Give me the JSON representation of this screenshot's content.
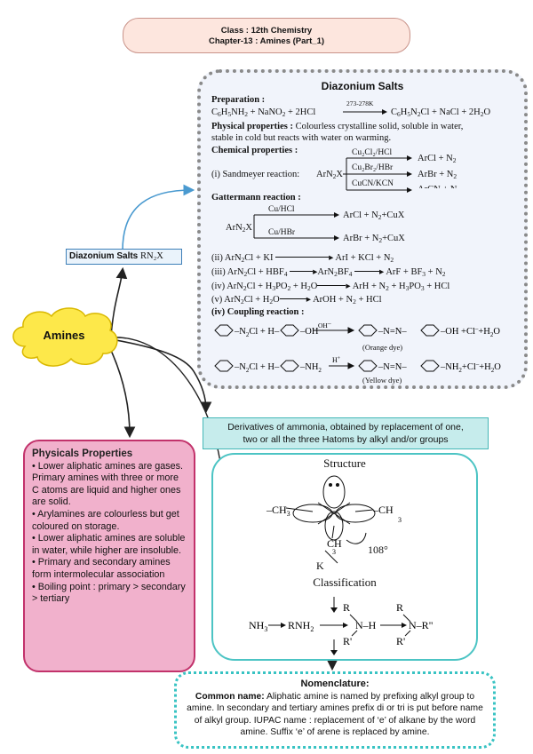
{
  "header": {
    "line1": "Class : 12th Chemistry",
    "line2": "Chapter-13 : Amines (Part_1)"
  },
  "center": {
    "label": "Amines"
  },
  "diazo_label": {
    "text": "Diazonium Salts",
    "formula": "RN₂X"
  },
  "diazonium": {
    "title": "Diazonium Salts",
    "prep_label": "Preparation :",
    "prep_condition": "273-278K",
    "phys_label": "Physical properties :",
    "phys_text_1": "Colourless crystalline solid, soluble in water,",
    "phys_text_2": "stable in cold but reacts with water on warming.",
    "chem_label": "Chemical properties :",
    "sandmeyer_label": "(i) Sandmeyer reaction:",
    "sand_r1": "Cu₂Cl₂/HCl",
    "sand_r2": "Cu₂Br₂/HBr",
    "sand_r3": "CuCN/KCN",
    "gatter_label": "Gattermann reaction :",
    "gat_r1": "Cu/HCl",
    "gat_r2": "Cu/HBr",
    "r_ii": "(ii)",
    "r_iii": "(iii)",
    "r_iv": "(iv)",
    "r_v": "(v)",
    "coupling_label": "(iv) Coupling reaction :",
    "orange_dye": "(Orange dye)",
    "yellow_dye": "(Yellow dye)"
  },
  "derivatives": {
    "line1": "Derivatives of ammonia, obtained by replacement of one,",
    "line2": "two or all the three Hatoms by alkyl and/or groups"
  },
  "physical": {
    "title": "Physicals Properties",
    "items": [
      "• Lower aliphatic amines are gases. Primary amines with three or more C atoms are liquid and higher ones are solid.",
      "• Arylamines are colourless but get coloured on storage.",
      "• Lower aliphatic amines are soluble in water, while higher are insoluble.",
      "• Primary and secondary amines form intermolecular association",
      "• Boiling point : primary > secondary > tertiary"
    ]
  },
  "structure": {
    "title": "Structure",
    "angle": "108°",
    "k_label": "K",
    "classification": "Classification"
  },
  "nomenclature": {
    "title": "Nomenclature:",
    "common_label": "Common name:",
    "text": "Aliphatic amine is named by prefixing alkyl group to amine. In secondary and tertiary amines prefix di or tri is put before name of alkyl group. IUPAC name : replacement of ‘e’ of alkane by the word amine. Suffix ‘e’ of arene is replaced by amine."
  },
  "colors": {
    "header_bg": "#fde6de",
    "diazo_bg": "#f1f4fb",
    "cloud": "#fde84a",
    "pink": "#f1b1cc",
    "teal": "#4cc4c4",
    "arrow_blue": "#4a9ad0"
  }
}
